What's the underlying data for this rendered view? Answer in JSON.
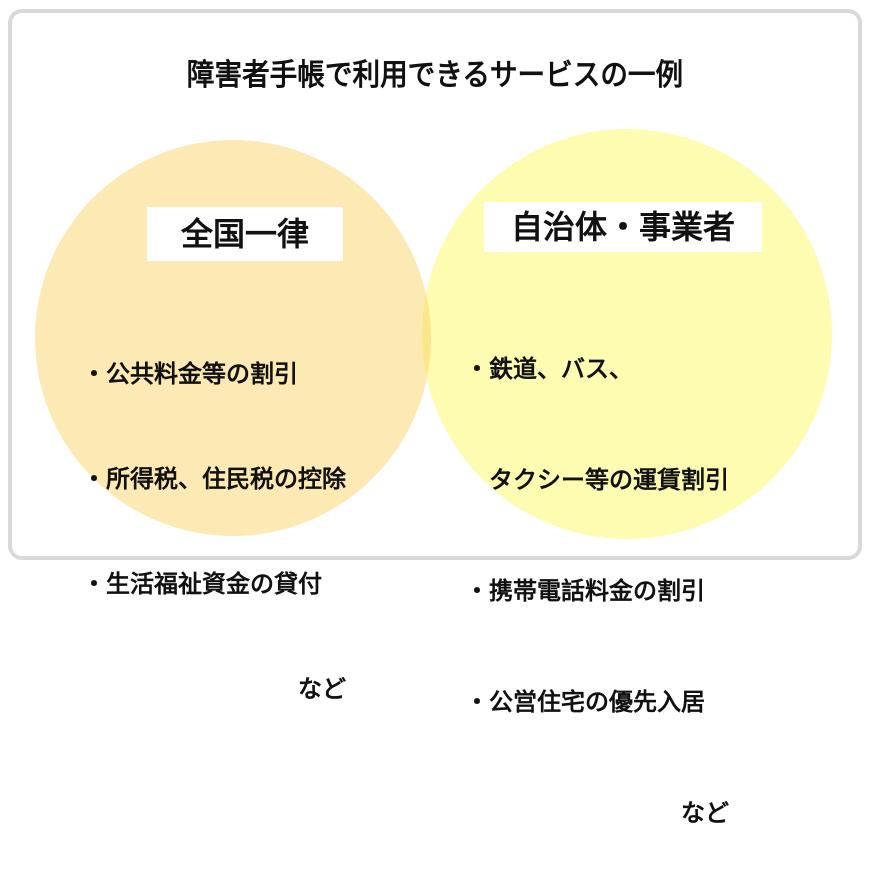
{
  "title": "障害者手帳で利用できるサービスの一例",
  "colors": {
    "frame_border": "#d9d9d9",
    "left_circle": "#fde9b4",
    "right_circle": "#fefcb0",
    "overlap": "#fde68a",
    "label_bg": "#ffffff",
    "text": "#111111"
  },
  "left": {
    "label": "全国一律",
    "items": [
      "・公共料金等の割引",
      "・所得税、住民税の控除",
      "・生活福祉資金の貸付"
    ],
    "suffix": "など"
  },
  "right": {
    "label": "自治体・事業者",
    "items": [
      "・鉄道、バス、",
      "　タクシー等の運賃割引",
      "・携帯電話料金の割引",
      "・公営住宅の優先入居"
    ],
    "suffix": "など"
  }
}
